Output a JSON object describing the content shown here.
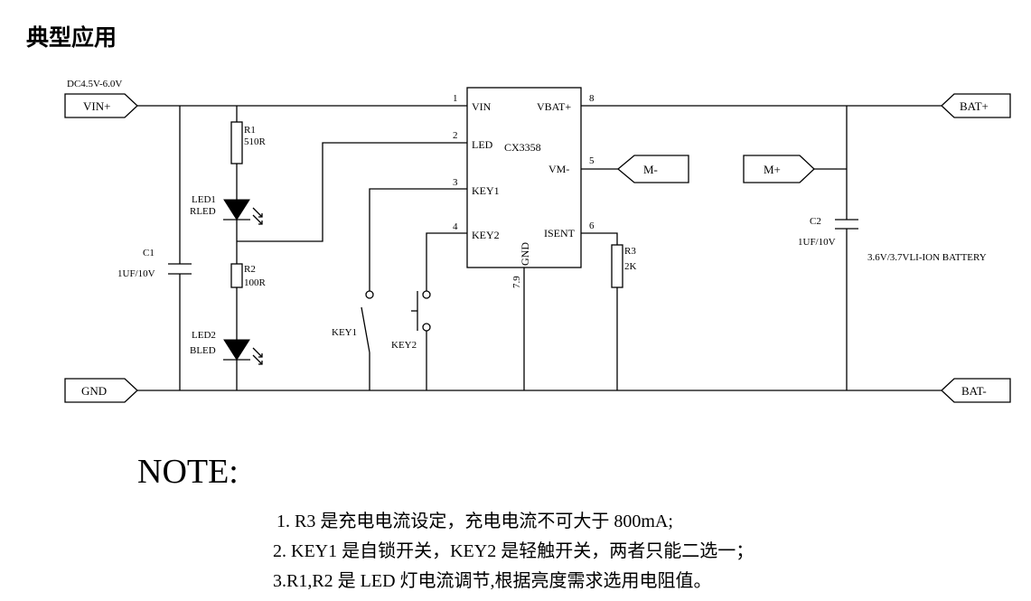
{
  "heading": "典型应用",
  "input_voltage": "DC4.5V-6.0V",
  "ports": {
    "vin": "VIN+",
    "gnd": "GND",
    "bat_plus": "BAT+",
    "bat_minus": "BAT-",
    "m_minus": "M-",
    "m_plus": "M+"
  },
  "ic": {
    "name": "CX3358",
    "pins": {
      "vin": {
        "num": "1",
        "name": "VIN"
      },
      "led": {
        "num": "2",
        "name": "LED"
      },
      "key1": {
        "num": "3",
        "name": "KEY1"
      },
      "key2": {
        "num": "4",
        "name": "KEY2"
      },
      "vm": {
        "num": "5",
        "name": "VM-"
      },
      "isent": {
        "num": "6",
        "name": "ISENT"
      },
      "gnd": {
        "num": "7.9",
        "name": "GND"
      },
      "vbat": {
        "num": "8",
        "name": "VBAT+"
      }
    }
  },
  "components": {
    "r1": {
      "ref": "R1",
      "value": "510R"
    },
    "r2": {
      "ref": "R2",
      "value": "100R"
    },
    "r3": {
      "ref": "R3",
      "value": "2K"
    },
    "led1": {
      "ref": "LED1",
      "type": "RLED"
    },
    "led2": {
      "ref": "LED2",
      "type": "BLED"
    },
    "c1": {
      "ref": "C1",
      "value": "1UF/10V"
    },
    "c2": {
      "ref": "C2",
      "value": "1UF/10V"
    },
    "key1": {
      "ref": "KEY1"
    },
    "key2": {
      "ref": "KEY2"
    }
  },
  "battery_label": "3.6V/3.7VLI-ION BATTERY",
  "note": {
    "title": "NOTE:",
    "lines": [
      "1. R3 是充电电流设定，充电电流不可大于 800mA;",
      "2. KEY1 是自锁开关，KEY2  是轻触开关，两者只能二选一；",
      "3.R1,R2 是 LED 灯电流调节,根据亮度需求选用电阻值。"
    ]
  }
}
